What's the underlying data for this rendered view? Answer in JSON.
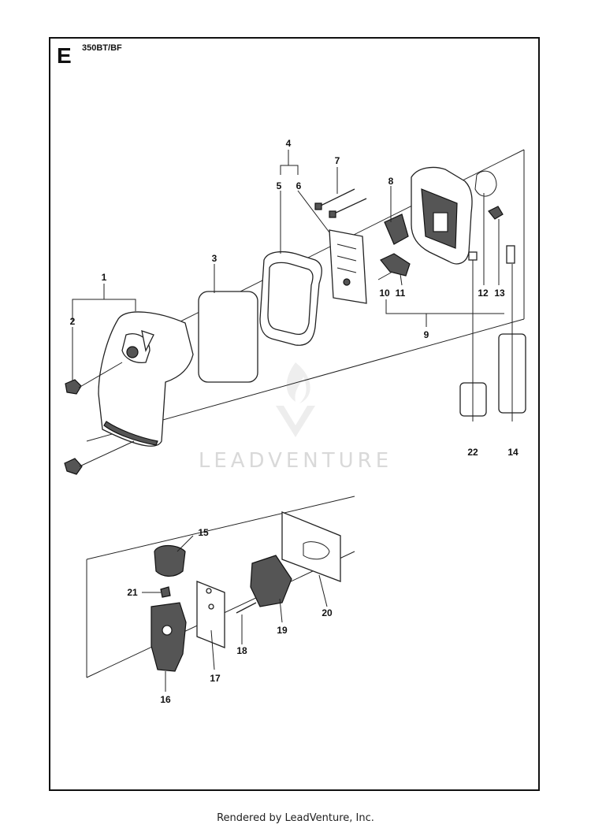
{
  "diagram": {
    "section_letter": "E",
    "model": "350BT/BF",
    "watermark": "LEADVENTURE",
    "footer": "Rendered by LeadVenture, Inc.",
    "callouts": [
      "1",
      "2",
      "3",
      "4",
      "5",
      "6",
      "7",
      "8",
      "9",
      "10",
      "11",
      "12",
      "13",
      "14",
      "15",
      "16",
      "17",
      "18",
      "19",
      "20",
      "21",
      "22"
    ]
  }
}
